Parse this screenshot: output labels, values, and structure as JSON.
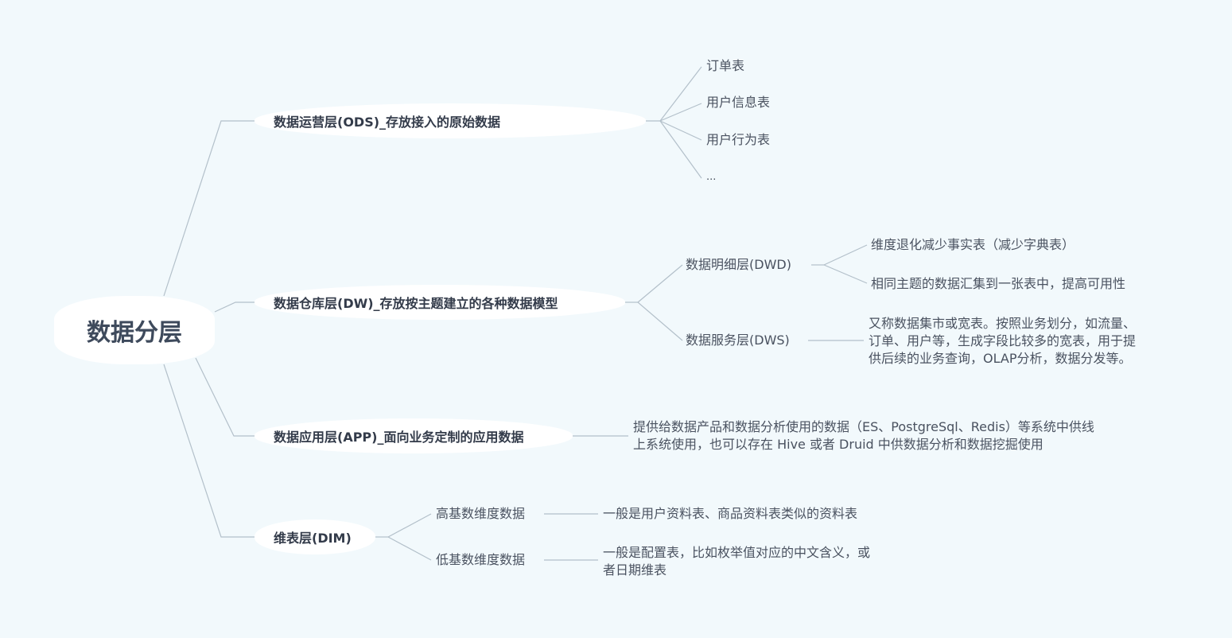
{
  "root": {
    "label": "数据分层"
  },
  "ods": {
    "label": "数据运营层(ODS)_存放接入的原始数据",
    "children": [
      "订单表",
      "用户信息表",
      "用户行为表",
      "..."
    ]
  },
  "dw": {
    "label": "数据仓库层(DW)_存放按主题建立的各种数据模型",
    "dwd": {
      "label": "数据明细层(DWD)",
      "children": [
        "维度退化减少事实表（减少字典表）",
        "相同主题的数据汇集到一张表中，提高可用性"
      ]
    },
    "dws": {
      "label": "数据服务层(DWS)",
      "description_lines": [
        "又称数据集市或宽表。按照业务划分，如流量、",
        "订单、用户等，生成字段比较多的宽表，用于提",
        "供后续的业务查询，OLAP分析，数据分发等。"
      ]
    }
  },
  "app": {
    "label": "数据应用层(APP)_面向业务定制的应用数据",
    "description_lines": [
      "提供给数据产品和数据分析使用的数据（ES、PostgreSql、Redis）等系统中供线",
      "上系统使用，也可以存在 Hive 或者 Druid 中供数据分析和数据挖掘使用"
    ]
  },
  "dim": {
    "label": "维表层(DIM)",
    "high": {
      "label": "高基数维度数据",
      "description": "一般是用户资料表、商品资料表类似的资料表"
    },
    "low": {
      "label": "低基数维度数据",
      "description_lines": [
        "一般是配置表，比如枚举值对应的中文含义，或",
        "者日期维表"
      ]
    }
  }
}
